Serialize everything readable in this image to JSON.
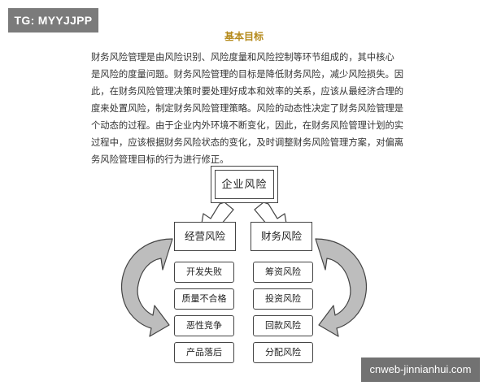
{
  "tag": "TG: MYYJJPP",
  "heading": "基本目标",
  "paragraph_lines": [
    "财务风险管理是由风险识别、风险度量和风险控制等环节组成的，其中核心",
    "是风险的度量问题。财务风险管理的目标是降低财务风险，减少风险损失。因",
    "此，在财务风险管理决策时要处理好成本和效率的关系，应该从最经济合理的角",
    "度来处置风险，制定财务风险管理策略。风险的动态性决定了财务风险管理是一",
    "个动态的过程。由于企业内外环境不断变化，因此，在财务风险管理计划的实施",
    "过程中，应该根据财务风险状态的变化，及时调整财务风险管理方案，对偏离财",
    "务风险管理目标的行为进行修正。"
  ],
  "diagram": {
    "root": "企业风险",
    "left_branch": {
      "label": "经营风险",
      "items": [
        "开发失败",
        "质量不合格",
        "恶性竞争",
        "产品落后"
      ]
    },
    "right_branch": {
      "label": "财务风险",
      "items": [
        "筹资风险",
        "投资风险",
        "回款风险",
        "分配风险"
      ]
    }
  },
  "watermark": "cnweb-jinnianhui.com",
  "colors": {
    "heading": "#b58a1b",
    "tag_bg": "#7b7b7b",
    "watermark_bg": "#727272"
  }
}
